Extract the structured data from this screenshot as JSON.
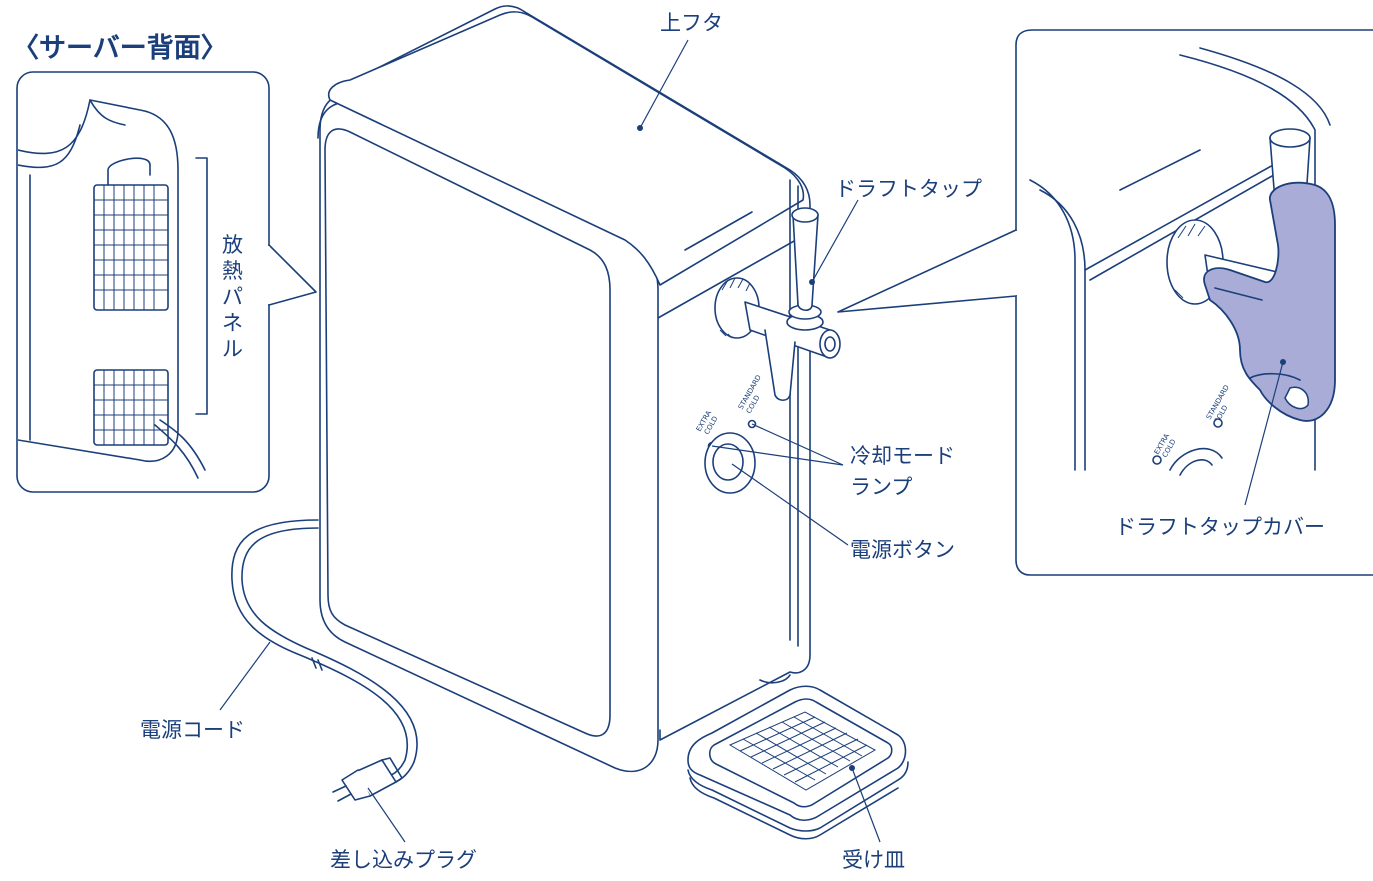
{
  "title": "〈サーバー背面〉",
  "labels": {
    "top_lid": "上フタ",
    "draft_tap": "ドラフトタップ",
    "cooling_mode_lamp_line1": "冷却モード",
    "cooling_mode_lamp_line2": "ランプ",
    "power_button": "電源ボタン",
    "power_cord": "電源コード",
    "plug": "差し込みプラグ",
    "drip_tray": "受け皿",
    "tap_cover": "ドラフトタップカバー",
    "heat_panel_chars": [
      "放",
      "熱",
      "パ",
      "ネ",
      "ル"
    ]
  },
  "panel_text": {
    "extra_line1": "EXTRA",
    "extra_line2": "COLD",
    "standard_line1": "STANDARD",
    "standard_line2": "COLD"
  },
  "colors": {
    "line": "#1b3f7a",
    "cover_fill": "#a9acd6",
    "background": "#ffffff"
  }
}
